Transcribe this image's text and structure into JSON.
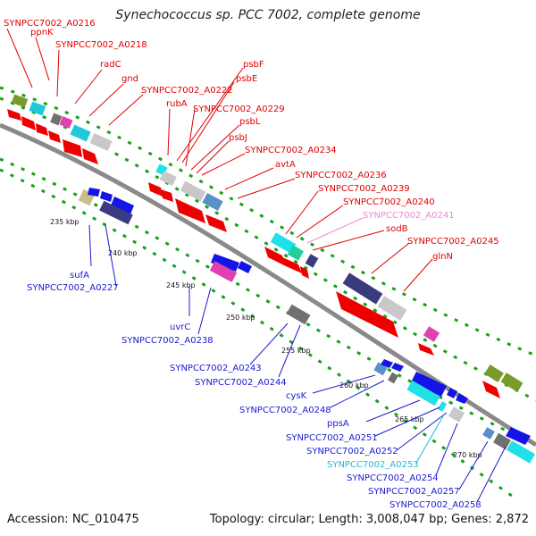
{
  "title": "Synechococcus sp. PCC 7002, complete genome",
  "footer": {
    "accession": "Accession: NC_010475",
    "summary": "Topology: circular; Length: 3,008,047 bp; Genes: 2,872"
  },
  "colors": {
    "backbone": "#8a8a8a",
    "forward_label": "#e00000",
    "reverse_label": "#1a1ad0",
    "highlight_pink": "#e88ad0",
    "highlight_cyan": "#20b8d8",
    "dotted_track": "#19a019"
  },
  "ticks": [
    "235 kbp",
    "240 kbp",
    "245 kbp",
    "250 kbp",
    "255 kbp",
    "260 kbp",
    "265 kbp",
    "270 kbp"
  ],
  "forward_genes": [
    "SYNPCC7002_A0216",
    "ppnK",
    "SYNPCC7002_A0218",
    "radC",
    "gnd",
    "SYNPCC7002_A0222",
    "rubA",
    "psbF",
    "psbE",
    "SYNPCC7002_A0229",
    "psbL",
    "psbJ",
    "SYNPCC7002_A0234",
    "avtA",
    "SYNPCC7002_A0236",
    "SYNPCC7002_A0239",
    "SYNPCC7002_A0240",
    "SYNPCC7002_A0241",
    "sodB",
    "SYNPCC7002_A0245",
    "glnN"
  ],
  "reverse_genes": [
    "sufA",
    "SYNPCC7002_A0227",
    "uvrC",
    "SYNPCC7002_A0238",
    "SYNPCC7002_A0243",
    "SYNPCC7002_A0244",
    "cysK",
    "SYNPCC7002_A0248",
    "ppsA",
    "SYNPCC7002_A0251",
    "SYNPCC7002_A0252",
    "SYNPCC7002_A0253",
    "SYNPCC7002_A0254",
    "SYNPCC7002_A0257",
    "SYNPCC7002_A0258"
  ]
}
